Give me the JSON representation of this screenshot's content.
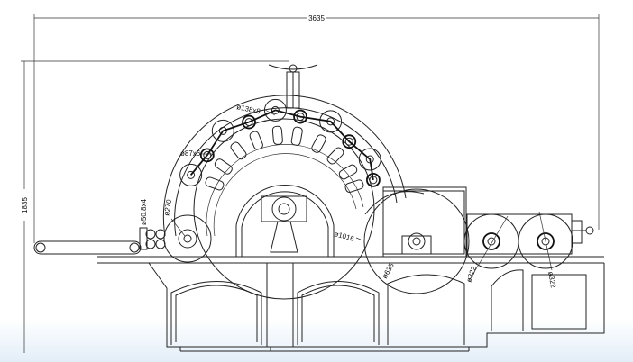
{
  "drawing": {
    "overall_width": "3635",
    "overall_height": "1835",
    "labels": {
      "worker_rolls": "ø138x8",
      "stripper_rolls": "ø87x6",
      "feed_rolls": "ø50.8x4",
      "licker_in": "ø270",
      "main_cylinder": "ø1016",
      "doffer": "ø635",
      "roll_1": "ø322",
      "roll_2": "ø322"
    }
  }
}
